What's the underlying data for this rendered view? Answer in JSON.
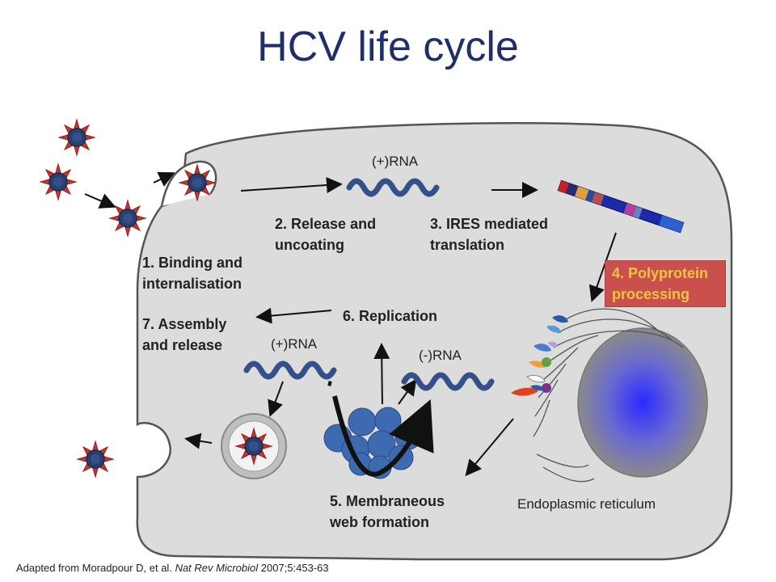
{
  "title": "HCV life cycle",
  "steps": {
    "s1": [
      "1. Binding and",
      "internalisation"
    ],
    "s2": [
      "2. Release and",
      "uncoating"
    ],
    "s3": [
      "3. IRES mediated",
      "translation"
    ],
    "s4": [
      "4. Polyprotein",
      "processing"
    ],
    "s5": [
      "5. Membraneous",
      "web formation"
    ],
    "s6": "6. Replication",
    "s7": [
      "7. Assembly",
      "and release"
    ]
  },
  "rna_labels": {
    "plus_top": "(+)RNA",
    "plus_bottom": "(+)RNA",
    "minus": "(-)RNA"
  },
  "er_label": "Endoplasmic reticulum",
  "citation": {
    "pre": "Adapted from Moradpour D, et al.",
    "journal": "Nat Rev Microbiol",
    "post": "2007;5:453-63"
  },
  "colors": {
    "title": "#1f2f6b",
    "cell_fill": "#dcdcdc",
    "rna": "#34508a",
    "polybox_fill": "#c9504c",
    "polybox_text": "#f6c343",
    "nucleus_core": "#2222ff"
  }
}
